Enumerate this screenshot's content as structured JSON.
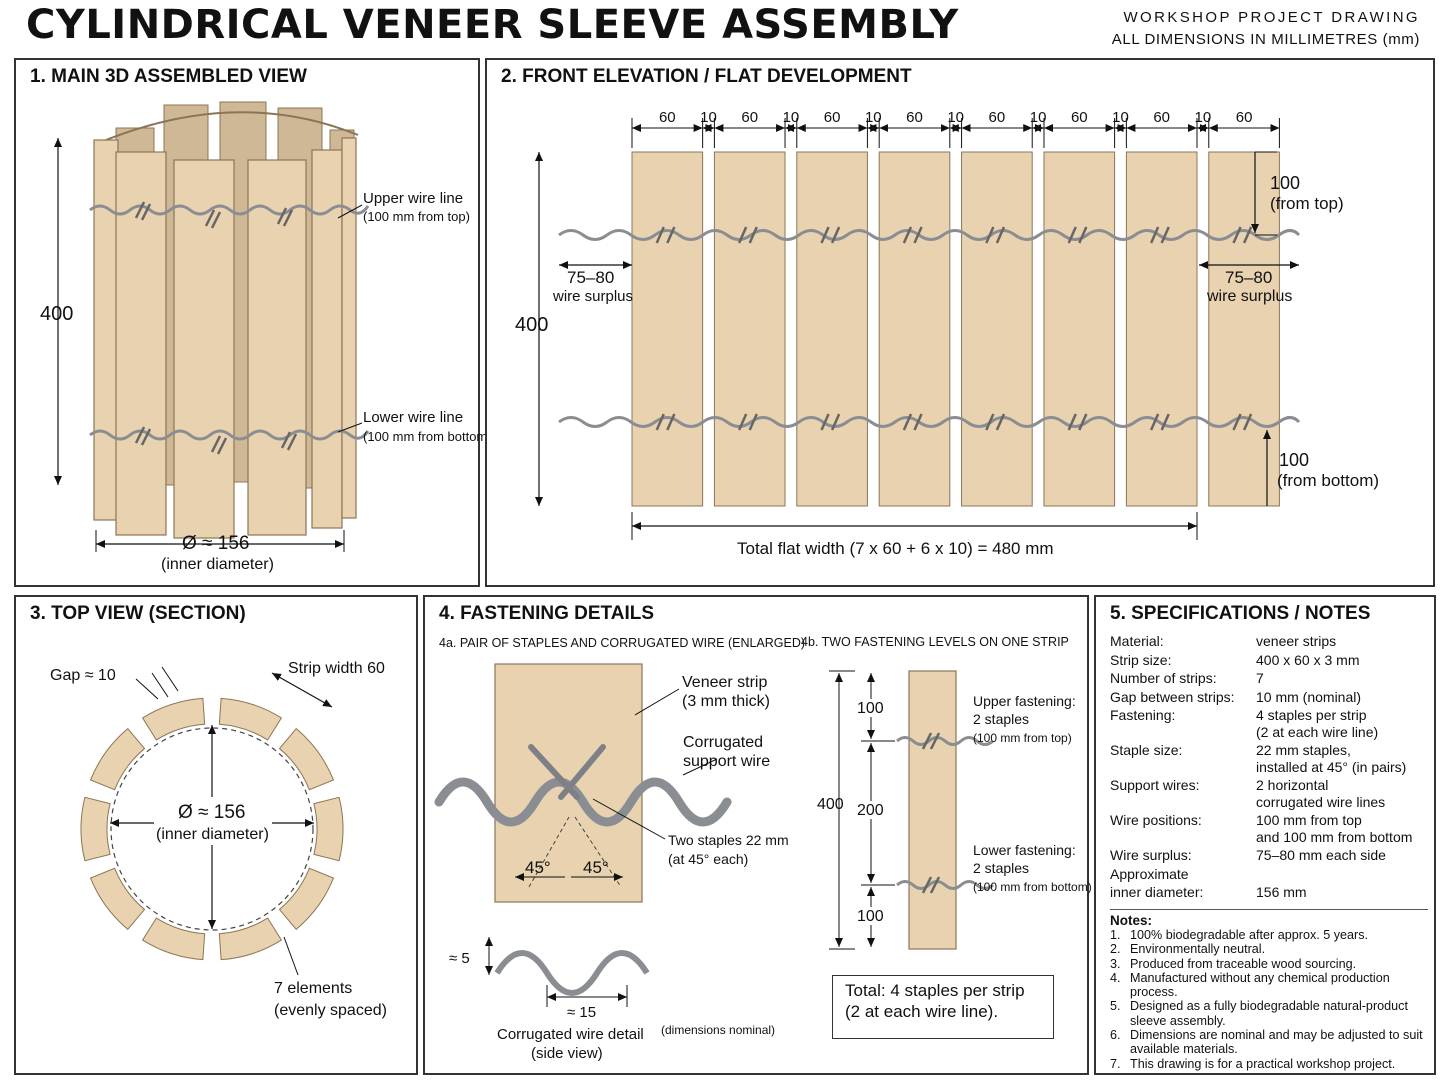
{
  "header": {
    "title": "CYLINDRICAL VENEER SLEEVE ASSEMBLY",
    "subtitle_1": "WORKSHOP PROJECT DRAWING",
    "subtitle_2": "ALL DIMENSIONS IN MILLIMETRES (mm)"
  },
  "colors": {
    "wood": "#e8d2b0",
    "wood_dark": "#c9ad84",
    "wire": "#8a8e92",
    "line": "#111111"
  },
  "panel1": {
    "title": "1. MAIN 3D ASSEMBLED VIEW",
    "height_dim": "400",
    "upper_label": "Upper wire line",
    "upper_note": "(100 mm from top)",
    "lower_label": "Lower wire line",
    "lower_note": "(100 mm from bottom)",
    "diameter": "Ø ≈ 156",
    "diameter_note": "(inner diameter)"
  },
  "panel2": {
    "title": "2. FRONT ELEVATION / FLAT DEVELOPMENT",
    "widths": [
      "60",
      "10",
      "60",
      "10",
      "60",
      "10",
      "60",
      "10",
      "60",
      "10",
      "60",
      "10",
      "60",
      "10",
      "60"
    ],
    "height_dim": "400",
    "top_offset": "100",
    "top_offset_note": "(from top)",
    "bottom_offset": "100",
    "bottom_offset_note": "(from bottom)",
    "surplus_left": "75–80",
    "surplus_left_note": "wire surplus",
    "surplus_right": "75–80",
    "surplus_right_note": "wire surplus",
    "total_width": "Total flat width (7 x 60 + 6 x 10) = 480 mm"
  },
  "panel3": {
    "title": "3. TOP VIEW (SECTION)",
    "gap": "Gap ≈ 10",
    "strip_width": "Strip width 60",
    "diameter": "Ø ≈ 156",
    "diameter_note": "(inner diameter)",
    "elements": "7 elements",
    "elements_note": "(evenly spaced)"
  },
  "panel4": {
    "title": "4. FASTENING DETAILS",
    "a_title": "4a. PAIR OF STAPLES AND CORRUGATED WIRE (ENLARGED)",
    "veneer": "Veneer strip",
    "veneer_note": "(3 mm thick)",
    "corrugated": "Corrugated",
    "corrugated_note": "support wire",
    "staples": "Two staples 22 mm",
    "staples_note": "(at 45° each)",
    "angle_left": "45°",
    "angle_right": "45°",
    "amp": "≈ 5",
    "pitch": "≈ 15",
    "wire_detail": "Corrugated wire detail",
    "wire_detail_note": "(side view)",
    "nominal": "(dimensions nominal)",
    "b_title": "4b. TWO FASTENING LEVELS ON ONE STRIP",
    "d100a": "100",
    "d200": "200",
    "d100b": "100",
    "d400": "400",
    "upper_fast": "Upper fastening:",
    "upper_fast_2": "2 staples",
    "upper_fast_3": "(100 mm from top)",
    "lower_fast": "Lower fastening:",
    "lower_fast_2": "2 staples",
    "lower_fast_3": "(100 mm from bottom)",
    "total_1": "Total: 4 staples per strip",
    "total_2": "(2 at each wire line)."
  },
  "panel5": {
    "title": "5. SPECIFICATIONS / NOTES",
    "specs": [
      {
        "label": "Material:",
        "value": "veneer strips",
        "value2": ""
      },
      {
        "label": "Strip size:",
        "value": "400 x 60 x 3 mm",
        "value2": ""
      },
      {
        "label": "Number of strips:",
        "value": "7",
        "value2": ""
      },
      {
        "label": "Gap between strips:",
        "value": "10 mm (nominal)",
        "value2": ""
      },
      {
        "label": "Fastening:",
        "value": "4 staples per strip",
        "value2": "(2 at each wire line)"
      },
      {
        "label": "Staple size:",
        "value": "22 mm staples,",
        "value2": "installed at 45° (in pairs)"
      },
      {
        "label": "Support wires:",
        "value": "2 horizontal",
        "value2": "corrugated wire lines"
      },
      {
        "label": "Wire positions:",
        "value": "100 mm from top",
        "value2": "and 100 mm from bottom"
      },
      {
        "label": "Wire surplus:",
        "value": "75–80 mm each side",
        "value2": ""
      },
      {
        "label": "Approximate",
        "value": "",
        "value2": ""
      },
      {
        "label": "inner diameter:",
        "value": "156 mm",
        "value2": ""
      }
    ],
    "notes_heading": "Notes:",
    "notes": [
      {
        "num": "1.",
        "text": "100% biodegradable after approx. 5 years."
      },
      {
        "num": "2.",
        "text": "Environmentally neutral."
      },
      {
        "num": "3.",
        "text": "Produced from traceable wood sourcing."
      },
      {
        "num": "4.",
        "text": "Manufactured without any chemical production process."
      },
      {
        "num": "5.",
        "text": "Designed as a fully biodegradable natural-product sleeve assembly."
      },
      {
        "num": "6.",
        "text": "Dimensions are nominal and may be adjusted to suit available materials."
      },
      {
        "num": "7.",
        "text": "This drawing is for a practical workshop project."
      }
    ]
  }
}
